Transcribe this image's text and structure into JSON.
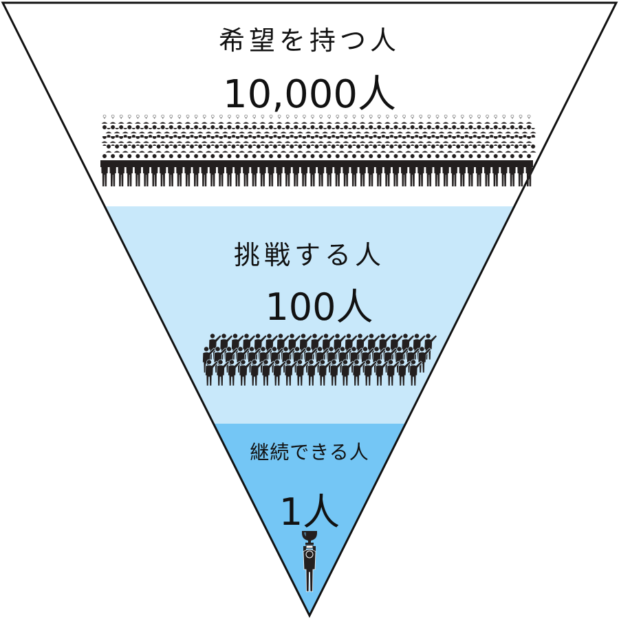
{
  "diagram": {
    "type": "inverted-funnel",
    "colors": {
      "outline": "#111111",
      "tier1_fill": "#ffffff",
      "tier2_fill": "#c8e8fa",
      "tier3_fill": "#74c6f5",
      "figures": "#231f1f"
    },
    "tiers": [
      {
        "title": "希望を持つ人",
        "count": "10,000人",
        "icon": "crowd-with-lightbulbs-icon"
      },
      {
        "title": "挑戦する人",
        "count": "100人",
        "icon": "crowd-raising-fists-icon"
      },
      {
        "title": "継続できる人",
        "count": "1人",
        "icon": "person-holding-trophy-icon"
      }
    ]
  }
}
